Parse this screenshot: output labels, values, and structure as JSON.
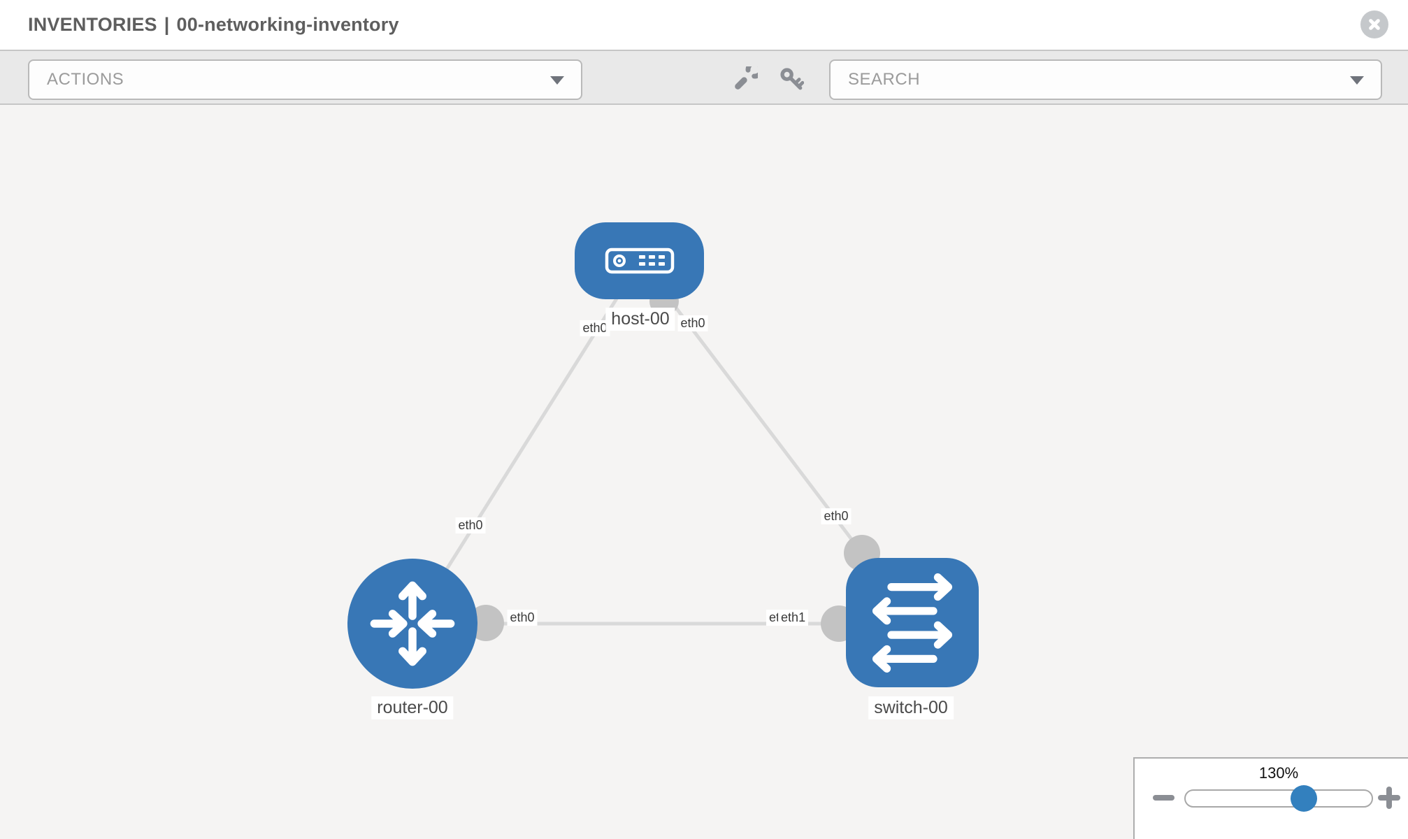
{
  "header": {
    "section": "INVENTORIES",
    "separator": "|",
    "inventory_name": "00-networking-inventory",
    "close_icon": "close-icon"
  },
  "toolbar": {
    "actions_label": "ACTIONS",
    "search_label": "SEARCH",
    "tool_icons": [
      "wrench-icon",
      "key-icon"
    ]
  },
  "topology": {
    "nodes": [
      {
        "id": "host-00",
        "type": "host",
        "label": "host-00"
      },
      {
        "id": "router-00",
        "type": "router",
        "label": "router-00"
      },
      {
        "id": "switch-00",
        "type": "switch",
        "label": "switch-00"
      }
    ],
    "links": [
      {
        "source": "host-00",
        "target": "router-00",
        "source_interface": "eth0",
        "target_interface": "eth0"
      },
      {
        "source": "host-00",
        "target": "switch-00",
        "source_interface": "eth0",
        "target_interface": "eth0"
      },
      {
        "source": "router-00",
        "target": "switch-00",
        "source_interface": "eth0",
        "target_interface": "eth1",
        "obscured_interface_label": "eth0"
      }
    ]
  },
  "zoom_control": {
    "level": "130%",
    "icons": [
      "zoom-out-icon",
      "zoom-in-icon"
    ]
  },
  "colors": {
    "node_fill": "#3877b6",
    "link_gray": "#d9d9d9",
    "connector_gray": "#c3c3c3",
    "canvas_bg": "#f5f4f3",
    "toolbar_bg": "#e9e9e9",
    "slider_thumb": "#3380be"
  }
}
